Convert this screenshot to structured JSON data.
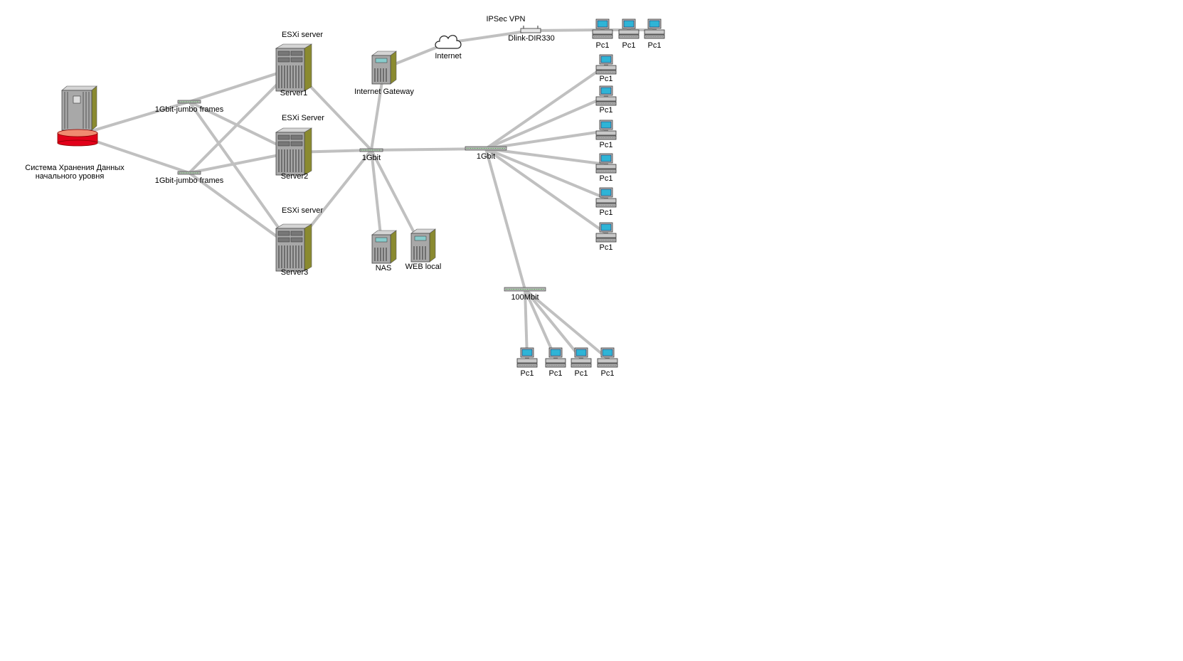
{
  "colors": {
    "link": "#c0c0c0",
    "background": "#ffffff",
    "tower_front": "#aaaaaa",
    "tower_side": "#7f7f2a",
    "tower_top": "#d4d4d4",
    "storage_red": "#e2001a",
    "storage_top": "#f08a70",
    "monitor_screen": "#2fb4d6",
    "hub_body": "#b8b8b8"
  },
  "nodes": {
    "storage": {
      "label": "Система Хранения Данных",
      "label2": "начального уровня",
      "icon": "storage-array-icon"
    },
    "sw_jumbo1": {
      "label": "1Gbit-jumbo frames",
      "icon": "switch-icon"
    },
    "sw_jumbo2": {
      "label": "1Gbit-jumbo frames",
      "icon": "switch-icon"
    },
    "server1": {
      "label": "Server1",
      "caption": "ESXi server",
      "icon": "server-rack-icon"
    },
    "server2": {
      "label": "Server2",
      "caption": "ESXi Server",
      "icon": "server-rack-icon"
    },
    "server3": {
      "label": "Server3",
      "caption": "ESXi server",
      "icon": "server-rack-icon"
    },
    "gateway": {
      "label": "Internet Gateway",
      "icon": "tower-server-icon"
    },
    "internet": {
      "label": "Internet",
      "icon": "cloud-icon"
    },
    "vpn": {
      "caption": "IPSec VPN"
    },
    "router": {
      "label": "Dlink-DIR330",
      "icon": "router-icon"
    },
    "sw_core": {
      "label": "1Gbit",
      "icon": "switch-icon"
    },
    "nas": {
      "label": "NAS",
      "icon": "tower-server-icon"
    },
    "web": {
      "label": "WEB local",
      "icon": "tower-server-icon"
    },
    "sw_access": {
      "label": "1Gbit",
      "icon": "switch-icon"
    },
    "sw_100": {
      "label": "100Mbit",
      "icon": "switch-icon"
    },
    "pc_top1": {
      "label": "Pc1",
      "icon": "workstation-icon"
    },
    "pc_top2": {
      "label": "Pc1",
      "icon": "workstation-icon"
    },
    "pc_top3": {
      "label": "Pc1",
      "icon": "workstation-icon"
    },
    "pc_r1": {
      "label": "Pc1",
      "icon": "workstation-icon"
    },
    "pc_r2": {
      "label": "Pc1",
      "icon": "workstation-icon"
    },
    "pc_r3": {
      "label": "Pc1",
      "icon": "workstation-icon"
    },
    "pc_r4": {
      "label": "Pc1",
      "icon": "workstation-icon"
    },
    "pc_r5": {
      "label": "Pc1",
      "icon": "workstation-icon"
    },
    "pc_r6": {
      "label": "Pc1",
      "icon": "workstation-icon"
    },
    "pc_b1": {
      "label": "Pc1",
      "icon": "workstation-icon"
    },
    "pc_b2": {
      "label": "Pc1",
      "icon": "workstation-icon"
    },
    "pc_b3": {
      "label": "Pc1",
      "icon": "workstation-icon"
    },
    "pc_b4": {
      "label": "Pc1",
      "icon": "workstation-icon"
    }
  },
  "links": [
    [
      "storage",
      "sw_jumbo1"
    ],
    [
      "storage",
      "sw_jumbo2"
    ],
    [
      "sw_jumbo1",
      "server1"
    ],
    [
      "sw_jumbo1",
      "server2"
    ],
    [
      "sw_jumbo1",
      "server3"
    ],
    [
      "sw_jumbo2",
      "server1"
    ],
    [
      "sw_jumbo2",
      "server2"
    ],
    [
      "sw_jumbo2",
      "server3"
    ],
    [
      "server1",
      "sw_core"
    ],
    [
      "server2",
      "sw_core"
    ],
    [
      "server3",
      "sw_core"
    ],
    [
      "gateway",
      "sw_core"
    ],
    [
      "nas",
      "sw_core"
    ],
    [
      "web",
      "sw_core"
    ],
    [
      "sw_core",
      "sw_access"
    ],
    [
      "gateway",
      "internet"
    ],
    [
      "internet",
      "router"
    ],
    [
      "router",
      "pc_top1"
    ],
    [
      "pc_top1",
      "pc_top2"
    ],
    [
      "pc_top2",
      "pc_top3"
    ],
    [
      "sw_access",
      "pc_r1"
    ],
    [
      "sw_access",
      "pc_r2"
    ],
    [
      "sw_access",
      "pc_r3"
    ],
    [
      "sw_access",
      "pc_r4"
    ],
    [
      "sw_access",
      "pc_r5"
    ],
    [
      "sw_access",
      "pc_r6"
    ],
    [
      "sw_access",
      "sw_100"
    ],
    [
      "sw_100",
      "pc_b1"
    ],
    [
      "sw_100",
      "pc_b2"
    ],
    [
      "sw_100",
      "pc_b3"
    ],
    [
      "sw_100",
      "pc_b4"
    ]
  ]
}
